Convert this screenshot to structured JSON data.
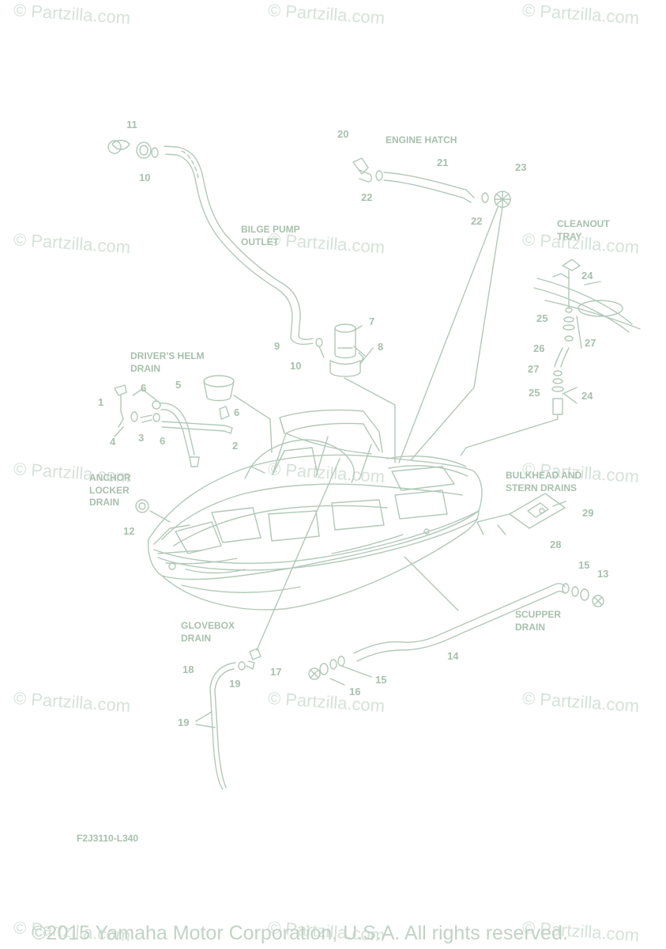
{
  "watermark": {
    "text": "© Partzilla.com"
  },
  "section_labels": {
    "engine_hatch": "ENGINE HATCH",
    "bilge_pump_outlet": "BILGE PUMP\nOUTLET",
    "cleanout_tray": "CLEANOUT\nTRAY",
    "drivers_helm_drain": "DRIVER'S HELM\nDRAIN",
    "anchor_locker_drain": "ANCHOR\nLOCKER\nDRAIN",
    "bulkhead_stern_drains": "BULKHEAD AND\nSTERN DRAINS",
    "glovebox_drain": "GLOVEBOX\nDRAIN",
    "scupper_drain": "SCUPPER\nDRAIN"
  },
  "part_numbers": {
    "n1": "1",
    "n2": "2",
    "n3": "3",
    "n4": "4",
    "n5": "5",
    "n6a": "6",
    "n6b": "6",
    "n6c": "6",
    "n7": "7",
    "n8": "8",
    "n9": "9",
    "n10a": "10",
    "n10b": "10",
    "n11": "11",
    "n12": "12",
    "n13": "13",
    "n14": "14",
    "n15a": "15",
    "n15b": "15",
    "n16": "16",
    "n17": "17",
    "n18": "18",
    "n19a": "19",
    "n19b": "19",
    "n20": "20",
    "n21": "21",
    "n22a": "22",
    "n22b": "22",
    "n23": "23",
    "n24a": "24",
    "n24b": "24",
    "n25a": "25",
    "n25b": "25",
    "n26": "26",
    "n27a": "27",
    "n27b": "27",
    "n28": "28",
    "n29": "29"
  },
  "diagram_code": "F2J3110-L340",
  "copyright": "©2015 Yamaha Motor Corporation, U.S.A. All rights reserved.",
  "colors": {
    "line": "#b2c8b8",
    "text": "#a8c0ae",
    "watermark": "#d6e2d9"
  }
}
